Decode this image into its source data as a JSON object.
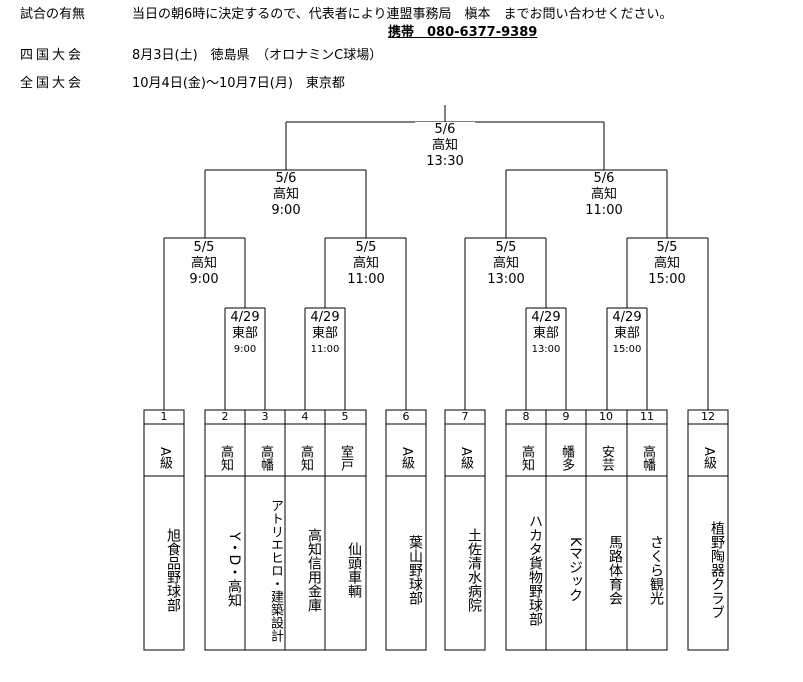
{
  "header": {
    "game_label": "試合の有無",
    "game_text": "当日の朝6時に決定するので、代表者により連盟事務局　槇本　までお問い合わせください。",
    "phone": "携帯　080-6377-9389",
    "shikoku_label": "四国大会",
    "shikoku_text": "8月3日(土)　徳島県　（オロナミンC球場）",
    "zenkoku_label": "全国大会",
    "zenkoku_text": "10月4日(金)～10月7日(月)　東京都"
  },
  "matches": {
    "final": {
      "date": "5/6",
      "place": "高知",
      "time": "13:30"
    },
    "semi_left": {
      "date": "5/6",
      "place": "高知",
      "time": "9:00"
    },
    "semi_right": {
      "date": "5/6",
      "place": "高知",
      "time": "11:00"
    },
    "qf1": {
      "date": "5/5",
      "place": "高知",
      "time": "9:00"
    },
    "qf2": {
      "date": "5/5",
      "place": "高知",
      "time": "11:00"
    },
    "qf3": {
      "date": "5/5",
      "place": "高知",
      "time": "13:00"
    },
    "qf4": {
      "date": "5/5",
      "place": "高知",
      "time": "15:00"
    },
    "r1a": {
      "date": "4/29",
      "place": "東部",
      "time": "9:00"
    },
    "r1b": {
      "date": "4/29",
      "place": "東部",
      "time": "11:00"
    },
    "r1c": {
      "date": "4/29",
      "place": "東部",
      "time": "13:00"
    },
    "r1d": {
      "date": "4/29",
      "place": "東部",
      "time": "15:00"
    }
  },
  "teams": [
    {
      "num": "1",
      "pref": "A級",
      "name": "旭食品野球部"
    },
    {
      "num": "2",
      "pref": "高知",
      "name": "Y・D・高知"
    },
    {
      "num": "3",
      "pref": "高幡",
      "name": "アトリエヒロ・建築設計"
    },
    {
      "num": "4",
      "pref": "高知",
      "name": "高知信用金庫"
    },
    {
      "num": "5",
      "pref": "室戸",
      "name": "仙頭車輌"
    },
    {
      "num": "6",
      "pref": "A級",
      "name": "葉山野球部"
    },
    {
      "num": "7",
      "pref": "A級",
      "name": "土佐清水病院"
    },
    {
      "num": "8",
      "pref": "高知",
      "name": "ハカタ貨物野球部"
    },
    {
      "num": "9",
      "pref": "幡多",
      "name": "Kマジック"
    },
    {
      "num": "10",
      "pref": "安芸",
      "name": "馬路体育会"
    },
    {
      "num": "11",
      "pref": "高幡",
      "name": "さくら観光"
    },
    {
      "num": "12",
      "pref": "A級",
      "name": "植野陶器クラブ"
    }
  ]
}
